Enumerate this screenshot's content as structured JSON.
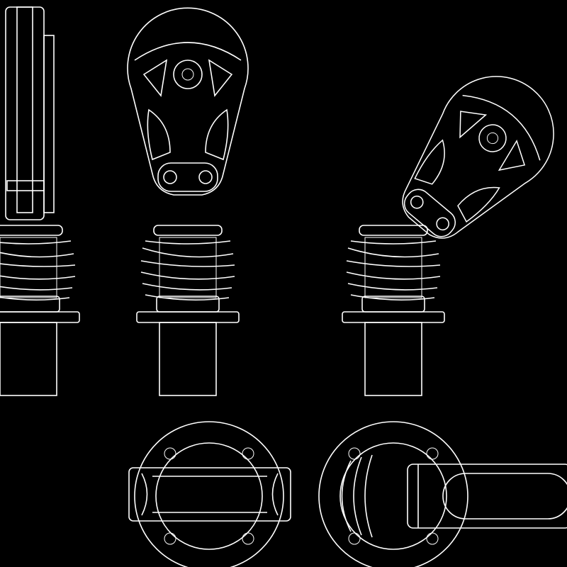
{
  "drawing": {
    "background_color": "#000000",
    "line_color": "#ffffff",
    "views": [
      "side-view",
      "front-view",
      "tilted-view",
      "bottom-view-sheave",
      "bottom-view-arm"
    ]
  }
}
